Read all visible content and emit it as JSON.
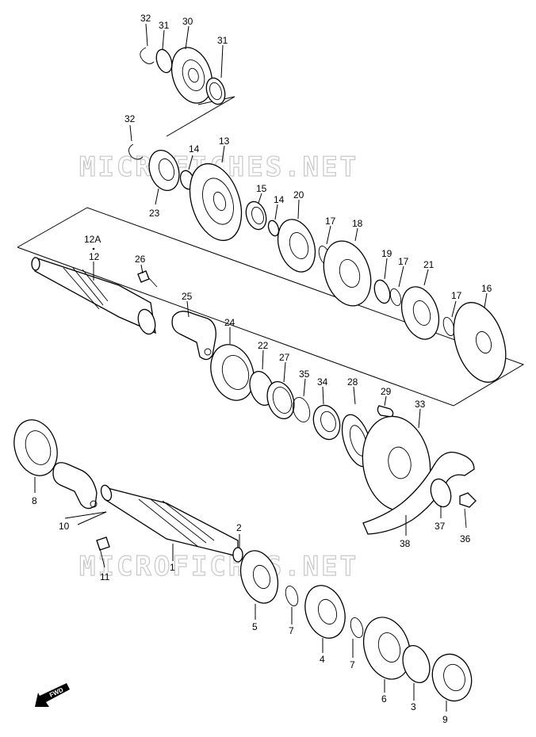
{
  "diagram": {
    "watermark": [
      "MICROFICHES.NET",
      "MICROFICHES.NET"
    ],
    "fwd_label": "FWD",
    "colors": {
      "line": "#000000",
      "background": "#ffffff",
      "watermark": "#c8c8c8"
    },
    "icons": [
      "forward-arrow-icon"
    ],
    "labels": {
      "p1": "1",
      "p2": "2",
      "p3": "3",
      "p4": "4",
      "p5": "5",
      "p6": "6",
      "p7a": "7",
      "p7b": "7",
      "p8": "8",
      "p9": "9",
      "p10": "10",
      "p11": "11",
      "p12": "12",
      "p12a": "12A",
      "p13": "13",
      "p14a": "14",
      "p14b": "14",
      "p15": "15",
      "p16": "16",
      "p17a": "17",
      "p17b": "17",
      "p17c": "17",
      "p18": "18",
      "p19": "19",
      "p20": "20",
      "p21": "21",
      "p22": "22",
      "p23": "23",
      "p24": "24",
      "p25": "25",
      "p26": "26",
      "p27": "27",
      "p28": "28",
      "p29": "29",
      "p30": "30",
      "p31a": "31",
      "p31b": "31",
      "p32a": "32",
      "p32b": "32",
      "p33": "33",
      "p34": "34",
      "p35": "35",
      "p36": "36",
      "p37": "37",
      "p38": "38"
    }
  }
}
